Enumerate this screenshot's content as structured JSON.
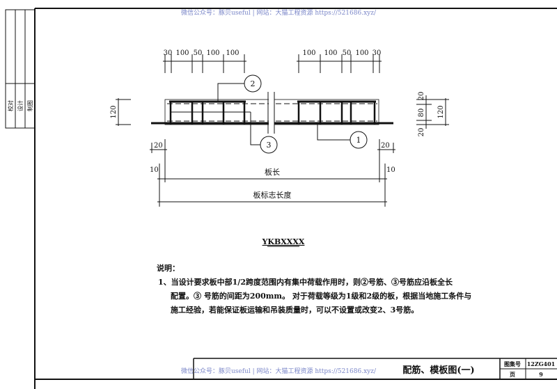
{
  "watermark": "微信公众号：豚贝useful | 网站：大猫工程资源 https://521686.xyz/",
  "sidebar": {
    "roles": [
      "校对",
      "设计",
      "制图"
    ]
  },
  "drawing": {
    "top_left_dims": [
      "30",
      "100",
      "50",
      "100",
      "100"
    ],
    "top_right_dims": [
      "100",
      "100",
      "50",
      "100",
      "30"
    ],
    "left_height": "120",
    "right_dims": [
      "20",
      "80",
      "20"
    ],
    "right_height": "120",
    "end_dims": [
      "20",
      "20",
      "10",
      "10"
    ],
    "board_length": "板长",
    "board_nominal_length": "板标志长度",
    "markers": [
      "1",
      "2",
      "3"
    ],
    "name": "YKBXXXX"
  },
  "notes": {
    "heading": "说明：",
    "lines": [
      "1、当设计要求板中部1/2跨度范围内有集中荷载作用时，则②号筋、③号筋应沿板全长",
      "配置。③ 号筋的间距为200mm。 对于荷载等级为1级和2级的板，根据当地施工条件与",
      "施工经验，若能保证板运输和吊装质量时，可以不设置或改变2、3号筋。"
    ]
  },
  "title_block": {
    "title": "配筋、模板图(一)",
    "atlas_label": "图集号",
    "atlas_no": "12ZG401",
    "page_label": "页",
    "page_no": "9"
  }
}
